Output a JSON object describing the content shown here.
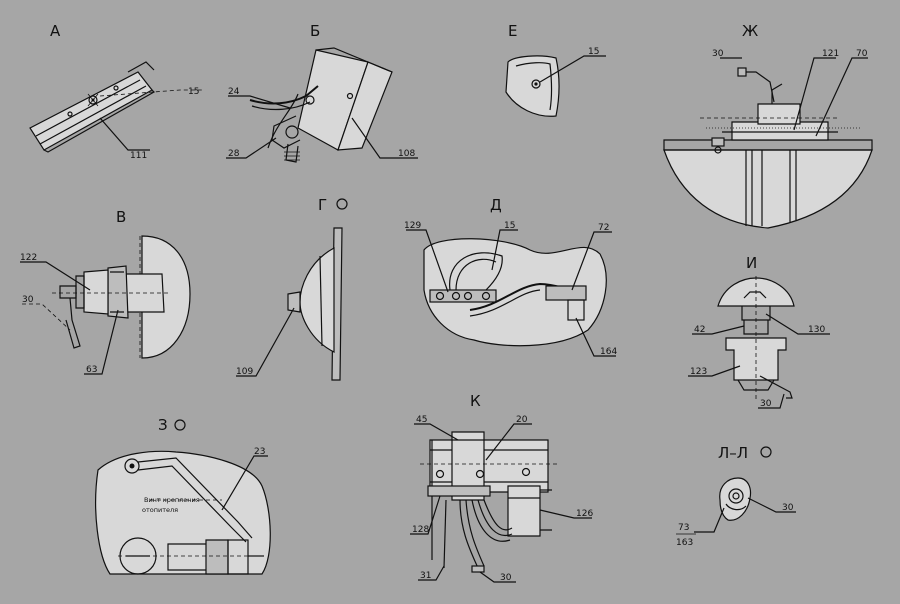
{
  "views": {
    "A": "А",
    "B": "Б",
    "E": "Е",
    "ZH": "Ж",
    "V": "В",
    "G": "Г",
    "D": "Д",
    "I": "И",
    "Z": "З",
    "K": "К",
    "LL": "Л–Л"
  },
  "labels": {
    "a_15": "15",
    "a_111": "111",
    "b_24": "24",
    "b_28": "28",
    "b_108": "108",
    "e_15": "15",
    "zh_30": "30",
    "zh_121": "121",
    "zh_70": "70",
    "v_122": "122",
    "v_30": "30",
    "v_63": "63",
    "g_109": "109",
    "d_129": "129",
    "d_15": "15",
    "d_72": "72",
    "d_164": "164",
    "i_42": "42",
    "i_130": "130",
    "i_123": "123",
    "i_30": "30",
    "z_23": "23",
    "z_note_1": "Винт крепления",
    "z_note_2": "отопителя",
    "k_45": "45",
    "k_20": "20",
    "k_128": "128",
    "k_126": "126",
    "k_31": "31",
    "k_30": "30",
    "ll_30": "30",
    "ll_73": "73",
    "ll_163": "163"
  }
}
